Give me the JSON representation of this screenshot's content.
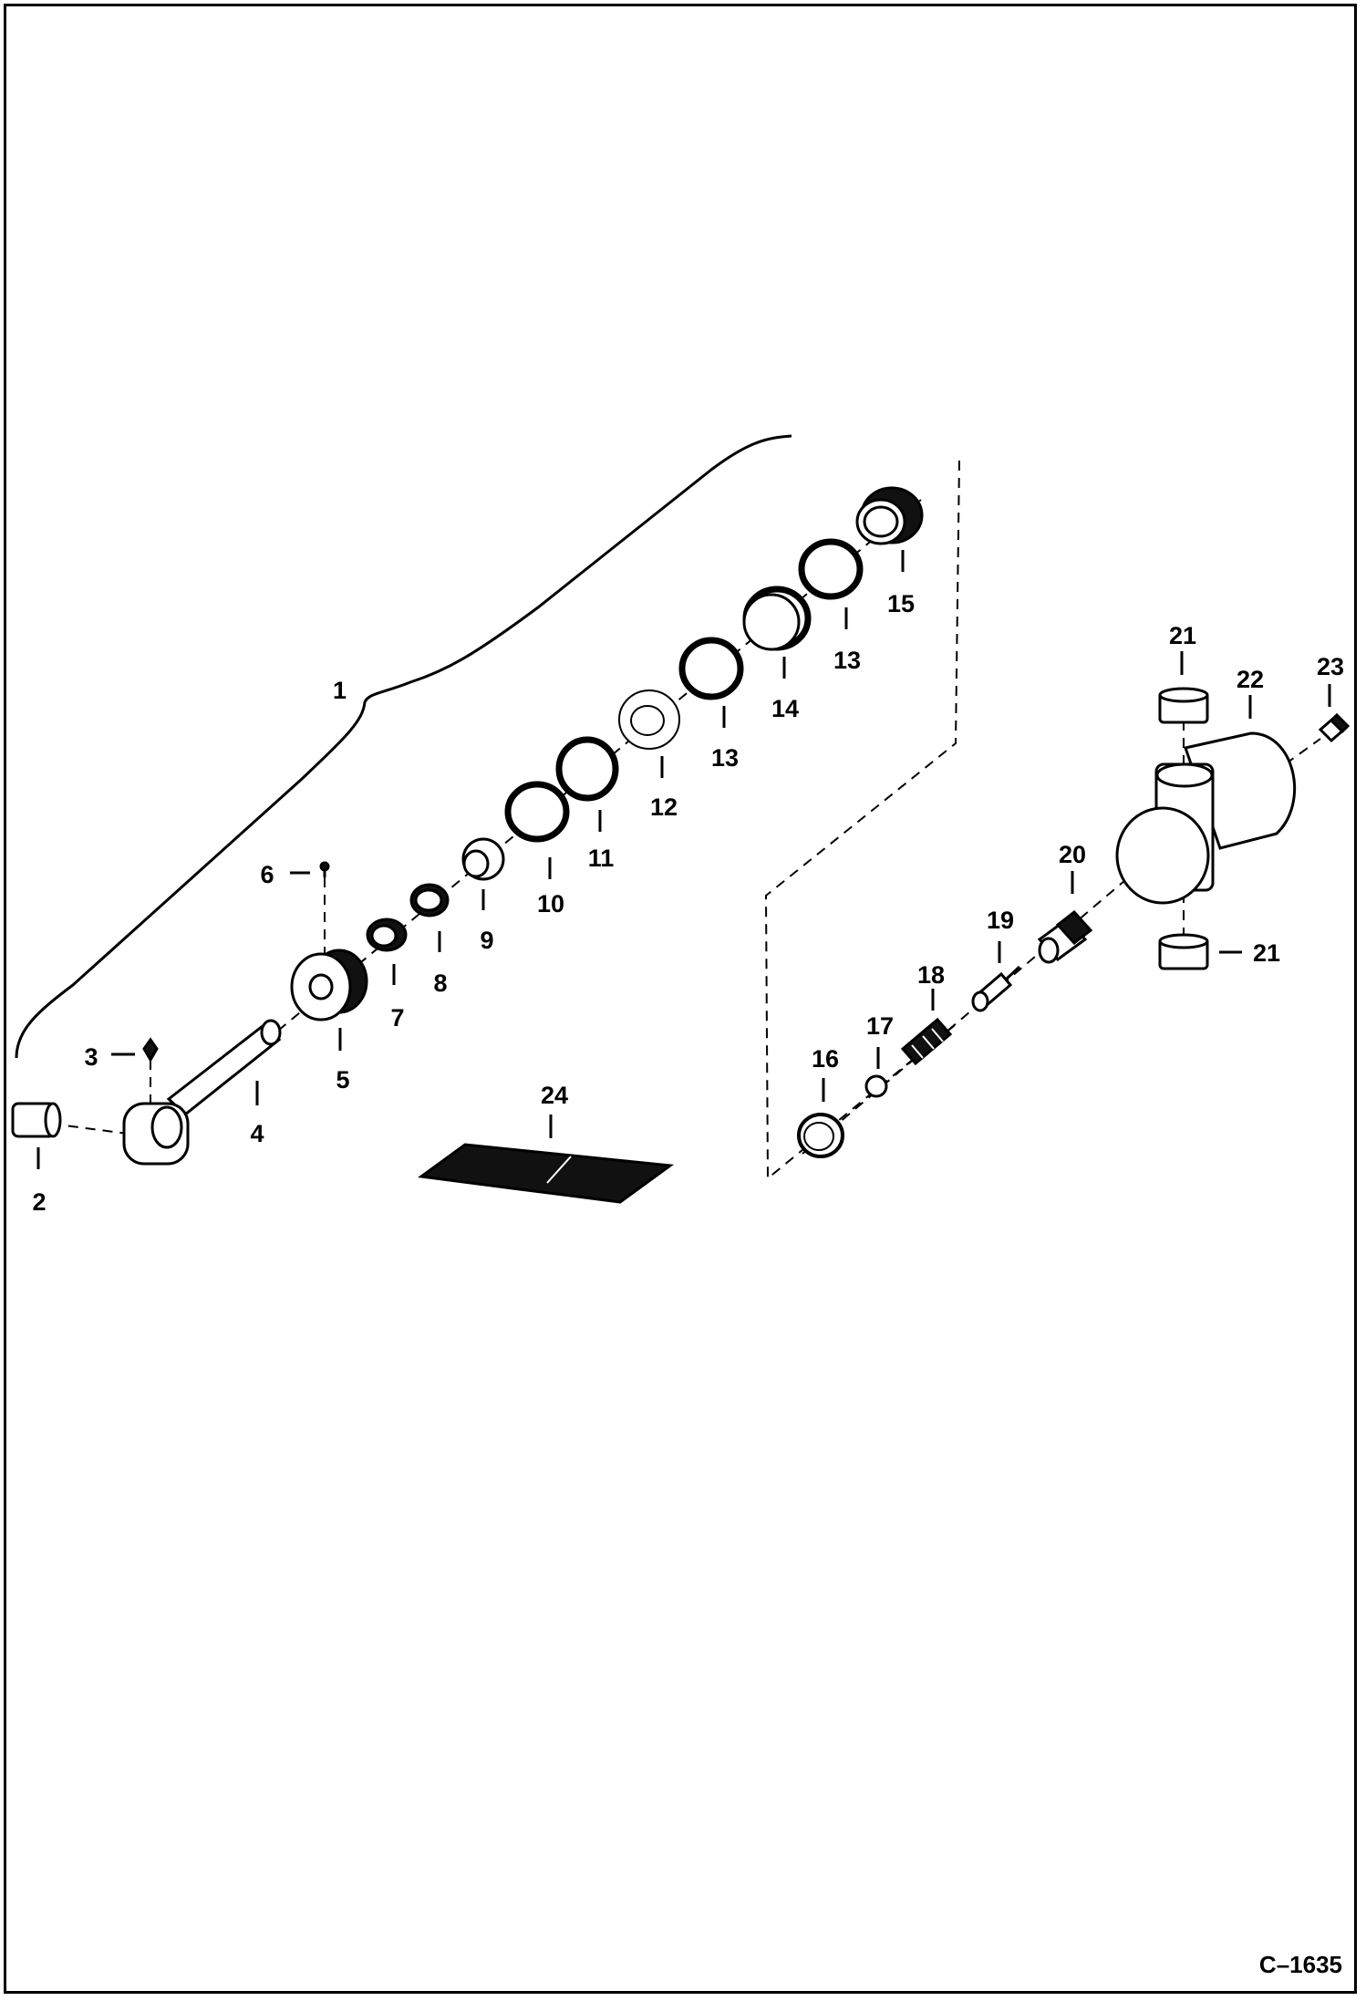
{
  "diagram": {
    "drawing_code": "C–1635",
    "callouts": {
      "c1": "1",
      "c2": "2",
      "c3": "3",
      "c4": "4",
      "c5": "5",
      "c6": "6",
      "c7": "7",
      "c8": "8",
      "c9": "9",
      "c10": "10",
      "c11": "11",
      "c12": "12",
      "c13a": "13",
      "c13b": "13",
      "c14": "14",
      "c15": "15",
      "c16": "16",
      "c17": "17",
      "c18": "18",
      "c19": "19",
      "c20": "20",
      "c21a": "21",
      "c21b": "21",
      "c22": "22",
      "c23": "23",
      "c24": "24"
    }
  }
}
